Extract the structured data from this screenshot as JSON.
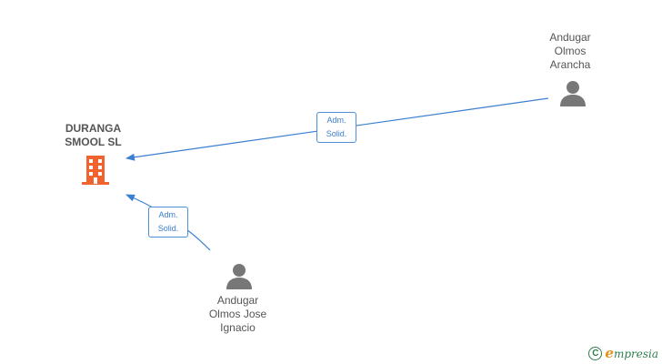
{
  "company": {
    "name": "DURANGA\nSMOOL  SL",
    "icon": "building-icon",
    "color": "#f0622e"
  },
  "persons": [
    {
      "id": "arancha",
      "name": "Andugar\nOlmos\nArancha",
      "icon": "person-icon"
    },
    {
      "id": "jose-ignacio",
      "name": "Andugar\nOlmos Jose\nIgnacio",
      "icon": "person-icon"
    }
  ],
  "relations": [
    {
      "from": "arancha",
      "to": "company",
      "label": "Adm.\nSolid."
    },
    {
      "from": "jose-ignacio",
      "to": "company",
      "label": "Adm.\nSolid."
    }
  ],
  "colors": {
    "edge": "#3b7fd0",
    "person_icon": "#777777",
    "brand_green": "#2e7d4f",
    "brand_orange": "#e8901a"
  },
  "watermark": {
    "copyright_symbol": "C",
    "brand_initial": "e",
    "brand_rest": "mpresia"
  }
}
